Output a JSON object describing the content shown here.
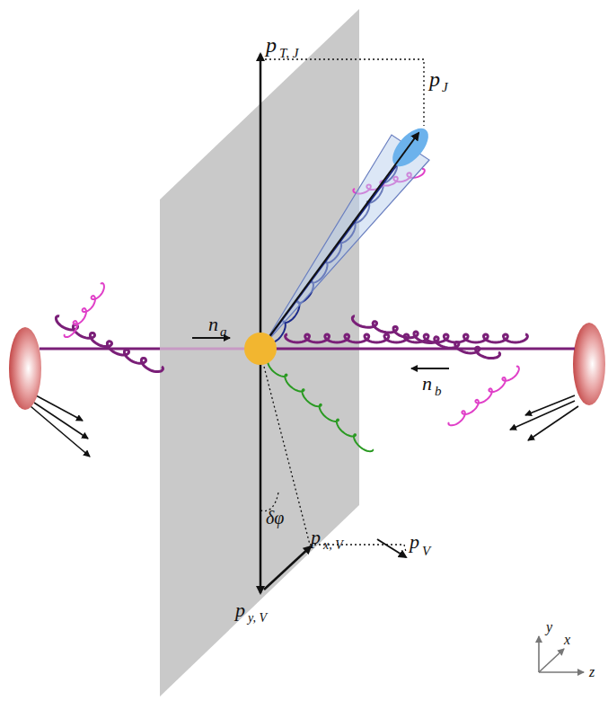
{
  "diagram": {
    "labels": [
      "p",
      "T, J",
      "p",
      "J",
      "n",
      "a",
      "n",
      "b",
      "δφ",
      "p",
      "x, V",
      "p",
      "y, V",
      "p",
      "V",
      "y",
      "x",
      "z"
    ]
  }
}
